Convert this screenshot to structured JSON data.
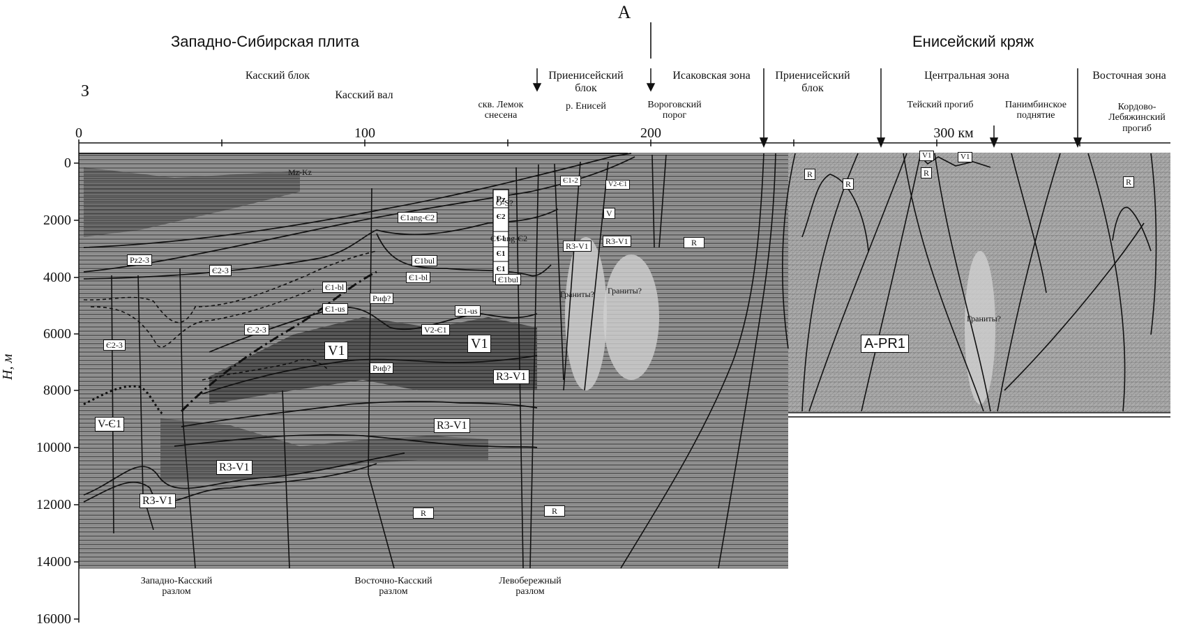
{
  "profile": {
    "marker_A": "А",
    "west_marker": "З",
    "regions": {
      "west_siberian_plate": "Западно-Сибирская плита",
      "yenisei_ridge": "Енисейский кряж"
    },
    "zones": {
      "kassky_block": "Касский блок",
      "kassky_val": "Касский вал",
      "well_lemok": "скв. Лемок снесена",
      "prieniseisky_block_w": "Приенисейский блок",
      "yenisei_river": "р. Енисей",
      "isakovskaya": "Исаковская зона",
      "vorogovsky_porog": "Вороговский порог",
      "prieniseisky_block_e": "Приенисейский блок",
      "central_zone": "Центральная зона",
      "teysky": "Тейский прогиб",
      "panimbinskoe": "Панимбинское поднятие",
      "eastern_zone": "Восточная зона",
      "kordovo": "Кордово-Лебяжинский прогиб"
    },
    "distance_axis": {
      "ticks": [
        "0",
        "100",
        "200",
        "300 км"
      ]
    },
    "depth_axis": {
      "label": "H, м",
      "ticks": [
        "0",
        "2000",
        "4000",
        "6000",
        "8000",
        "10000",
        "12000",
        "14000",
        "16000"
      ]
    },
    "faults": {
      "west_kassky": "Западно-Касский разлом",
      "east_kassky": "Восточно-Касский разлом",
      "left_bank": "Левобережный разлом"
    },
    "units": {
      "mz_kz": "Mz-Kz",
      "pz23": "Pz2-3",
      "e23": "Є2-3",
      "e23b": "Є-2-3",
      "e23c": "Є2-3",
      "e1bl": "Є1-bl",
      "e1us": "Є1-us",
      "e1us2": "Є1-us",
      "e1ang": "Є1ang-Є2",
      "e1bul": "Є1bul",
      "e1bl2": "Є1-bl",
      "e1ang2": "Є1-ang-Є2",
      "e1bul2": "Є1bul",
      "o_s": "O-S?",
      "v1a": "V1",
      "v1b": "V1",
      "v2e": "V2-Є1",
      "rif1": "Риф?",
      "rif2": "Риф?",
      "r3v1a": "R3-V1",
      "r3v1b": "R3-V1",
      "r3v1c": "R3-V1",
      "r3v1d": "R3-V1",
      "r3v1e": "R3-V1",
      "r3v1f": "R3-V1",
      "ve1": "V-Є1",
      "r1": "R",
      "r2": "R",
      "r3": "R",
      "r4": "R",
      "r5": "R",
      "r6": "R",
      "r7": "R",
      "v_east1": "V1",
      "v_east2": "V1",
      "v_mid": "V",
      "v2e2": "V2-Є1",
      "e1_2": "Є1-2",
      "granites1": "Граниты?",
      "granites2": "Граниты?",
      "granites3": "Граниты?",
      "apr1": "A-PR1"
    },
    "well_column": [
      "Pz",
      "Є2",
      "Є1",
      "Є1",
      "Є1"
    ],
    "colors": {
      "ink": "#111111",
      "seismic_dark": "#3a3a3a",
      "seismic_mid": "#8a8a8a",
      "seismic_light": "#bdbdbd",
      "paper": "#ffffff"
    }
  }
}
